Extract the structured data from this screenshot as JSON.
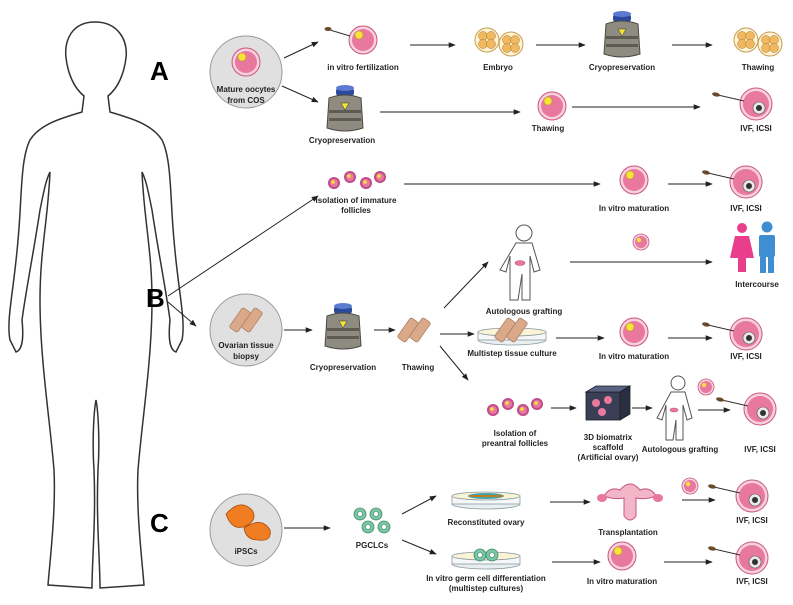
{
  "sections": {
    "a": "A",
    "b": "B",
    "c": "C"
  },
  "sources": {
    "oocytes_line1": "Mature oocytes",
    "oocytes_line2": "from COS",
    "biopsy_line1": "Ovarian tissue",
    "biopsy_line2": "biopsy",
    "ipscs": "iPSCs"
  },
  "labels": {
    "ivf1": "in vitro fertilization",
    "embryo": "Embryo",
    "cryo1": "Cryopreservation",
    "thawing1": "Thawing",
    "cryo2": "Cryopreservation",
    "thawing2": "Thawing",
    "ivf_icsi_1": "IVF, ICSI",
    "immature_1": "Isolation of immature",
    "immature_2": "follicles",
    "ivm1": "In vitro maturation",
    "ivf_icsi_2": "IVF, ICSI",
    "auto_graft_1": "Autologous grafting",
    "intercourse": "Intercourse",
    "cryo3": "Cryopreservation",
    "thawing3": "Thawing",
    "multistep": "Multistep tissue culture",
    "ivm2": "In vitro maturation",
    "ivf_icsi_3": "IVF, ICSI",
    "preantral_1": "Isolation of",
    "preantral_2": "preantral follicles",
    "scaffold_1": "3D biomatrix",
    "scaffold_2": "scaffold",
    "scaffold_3": "(Artificial ovary)",
    "auto_graft_2": "Autologous grafting",
    "ivf_icsi_4": "IVF, ICSI",
    "pgclcs": "PGCLCs",
    "reconstituted": "Reconstituted ovary",
    "transplantation": "Transplantation",
    "ivf_icsi_5": "IVF, ICSI",
    "germcell_1": "In vitro germ cell differentiation",
    "germcell_2": "(multistep cultures)",
    "ivm3": "In vitro maturation",
    "ivf_icsi_6": "IVF, ICSI"
  },
  "colors": {
    "cell_pink": "#e8789e",
    "cell_membrane": "#f7d1de",
    "nucleus_yellow": "#f5e33a",
    "tissue_tan": "#d9a98a",
    "ipsc_orange": "#f07d22",
    "pgclc_green": "#7ac5a3",
    "dewar_blue": "#2b4a9b",
    "dewar_grey": "#8e8b80",
    "female_pink": "#e83e8c",
    "male_blue": "#3f8ed1"
  }
}
